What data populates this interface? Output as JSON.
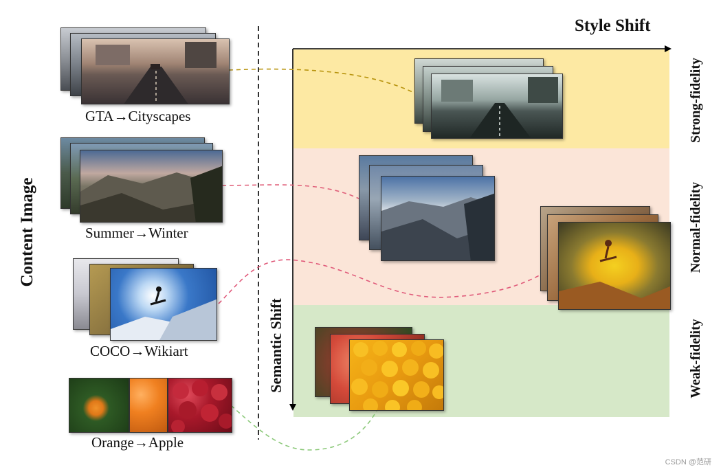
{
  "axes": {
    "style_shift": "Style Shift",
    "semantic_shift": "Semantic Shift",
    "content_image": "Content Image"
  },
  "bands": {
    "strong": "Strong-fidelity",
    "normal": "Normal-fidelity",
    "weak": "Weak-fidelity"
  },
  "captions": {
    "gta": "GTA→Cityscapes",
    "summer": "Summer→Winter",
    "coco": "COCO→Wikiart",
    "orange": "Orange→Apple"
  },
  "watermark": "CSDN @范研",
  "colors": {
    "strong_band": "#fde9a3",
    "normal_band": "#fbe5d8",
    "weak_band": "#d6e8c8",
    "gta_link": "#b8940e",
    "summer_link": "#e0607a",
    "coco_link": "#e05a7a",
    "orange_link": "#8cc97a"
  }
}
